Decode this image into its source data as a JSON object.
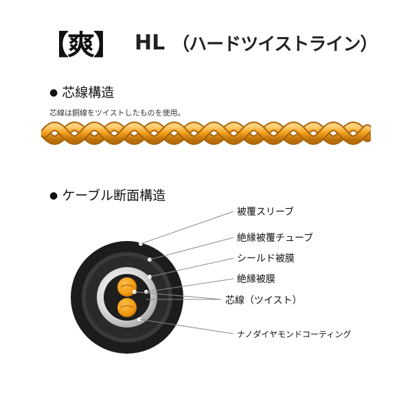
{
  "header": {
    "brand": "【爽】",
    "model": "HL",
    "description": "（ハードツイストライン）"
  },
  "core_section": {
    "bullet": "●",
    "heading": "芯線構造",
    "note": "芯線は銅線をツイストしたものを使用。"
  },
  "cross_section": {
    "bullet": "●",
    "heading": "ケーブル断面構造",
    "labels": [
      "被覆スリーブ",
      "絶縁被覆チューブ",
      "シールド被膜",
      "絶縁被膜",
      "芯線（ツイスト）",
      "ナノダイヤモンドコーティング"
    ]
  },
  "colors": {
    "copper": "#F4A21E",
    "copper_dark": "#B86E0A",
    "sleeve": "#1c1c1c",
    "leader": "#8a8a8a"
  }
}
